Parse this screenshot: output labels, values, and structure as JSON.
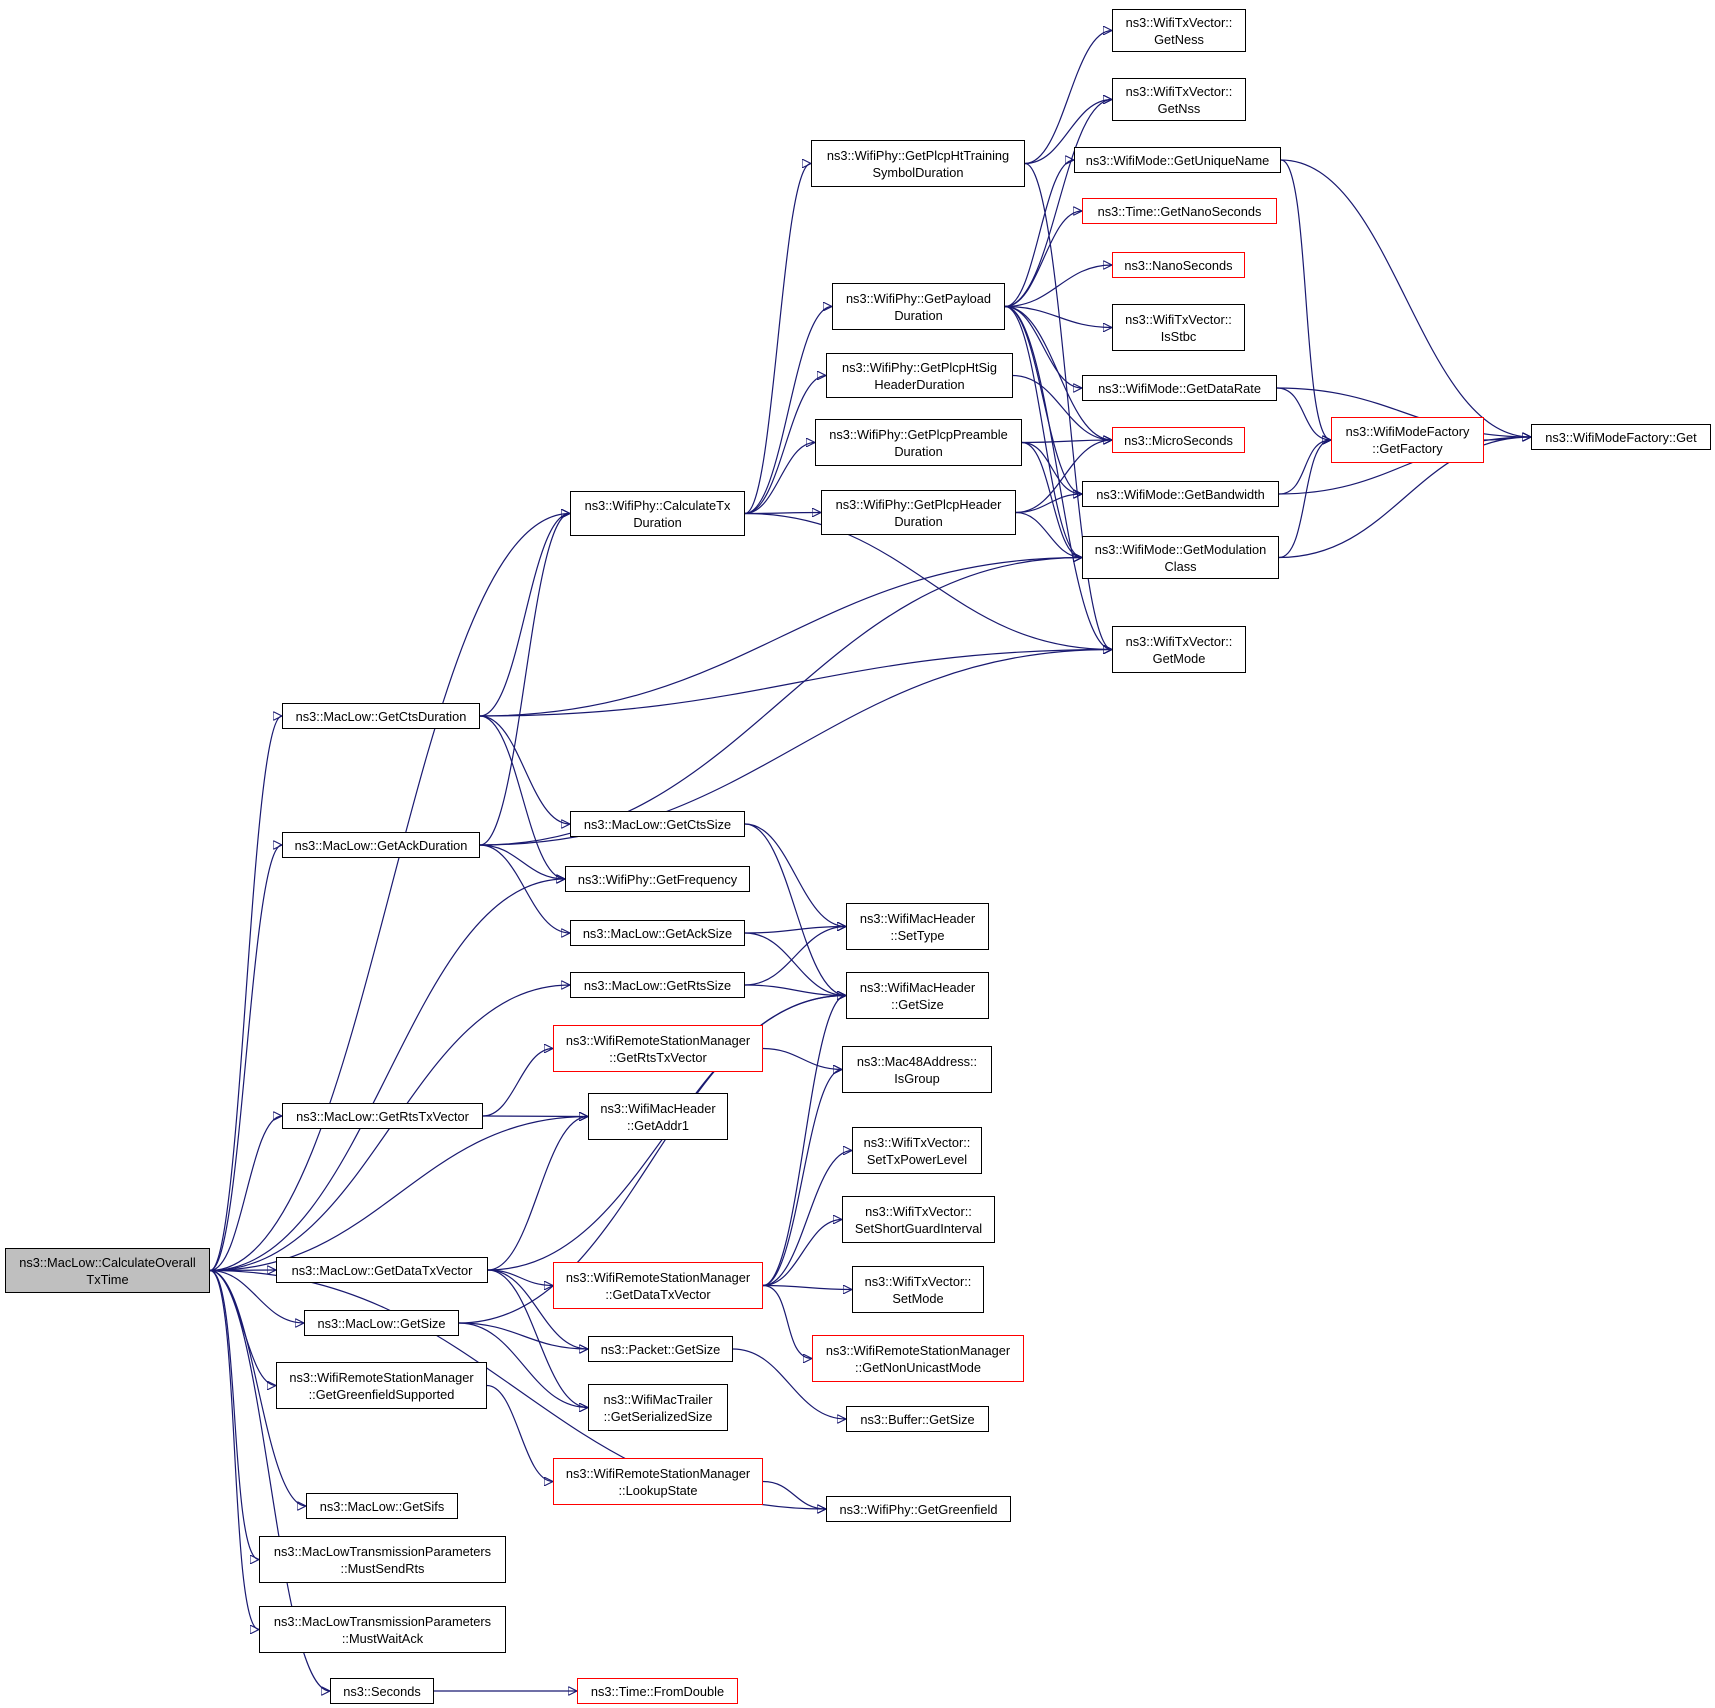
{
  "nodes": [
    {
      "id": "root",
      "lines": [
        "ns3::MacLow::CalculateOverall",
        "TxTime"
      ],
      "style": "root"
    },
    {
      "id": "calcTx",
      "lines": [
        "ns3::WifiPhy::CalculateTx",
        "Duration"
      ]
    },
    {
      "id": "ctsDur",
      "lines": [
        "ns3::MacLow::GetCtsDuration"
      ]
    },
    {
      "id": "ackDur",
      "lines": [
        "ns3::MacLow::GetAckDuration"
      ]
    },
    {
      "id": "getFreq",
      "lines": [
        "ns3::WifiPhy::GetFrequency"
      ]
    },
    {
      "id": "rtsSize",
      "lines": [
        "ns3::MacLow::GetRtsSize"
      ]
    },
    {
      "id": "rtsTxVec",
      "lines": [
        "ns3::MacLow::GetRtsTxVector"
      ]
    },
    {
      "id": "getAddr1",
      "lines": [
        "ns3::WifiMacHeader",
        "::GetAddr1"
      ]
    },
    {
      "id": "dataTxVec",
      "lines": [
        "ns3::MacLow::GetDataTxVector"
      ]
    },
    {
      "id": "getSize",
      "lines": [
        "ns3::MacLow::GetSize"
      ]
    },
    {
      "id": "greenSupp",
      "lines": [
        "ns3::WifiRemoteStationManager",
        "::GetGreenfieldSupported"
      ]
    },
    {
      "id": "sifs",
      "lines": [
        "ns3::MacLow::GetSifs"
      ]
    },
    {
      "id": "mustRts",
      "lines": [
        "ns3::MacLowTransmissionParameters",
        "::MustSendRts"
      ]
    },
    {
      "id": "mustAck",
      "lines": [
        "ns3::MacLowTransmissionParameters",
        "::MustWaitAck"
      ]
    },
    {
      "id": "seconds",
      "lines": [
        "ns3::Seconds"
      ]
    },
    {
      "id": "fromDouble",
      "lines": [
        "ns3::Time::FromDouble"
      ],
      "style": "red"
    },
    {
      "id": "htTrain",
      "lines": [
        "ns3::WifiPhy::GetPlcpHtTraining",
        "SymbolDuration"
      ]
    },
    {
      "id": "payload",
      "lines": [
        "ns3::WifiPhy::GetPayload",
        "Duration"
      ]
    },
    {
      "id": "htSig",
      "lines": [
        "ns3::WifiPhy::GetPlcpHtSig",
        "HeaderDuration"
      ]
    },
    {
      "id": "preamble",
      "lines": [
        "ns3::WifiPhy::GetPlcpPreamble",
        "Duration"
      ]
    },
    {
      "id": "plcpHdr",
      "lines": [
        "ns3::WifiPhy::GetPlcpHeader",
        "Duration"
      ]
    },
    {
      "id": "ctsSize",
      "lines": [
        "ns3::MacLow::GetCtsSize"
      ]
    },
    {
      "id": "ackSize",
      "lines": [
        "ns3::MacLow::GetAckSize"
      ]
    },
    {
      "id": "getRtsTxVecMgr",
      "lines": [
        "ns3::WifiRemoteStationManager",
        "::GetRtsTxVector"
      ],
      "style": "red"
    },
    {
      "id": "getDataTxVecMgr",
      "lines": [
        "ns3::WifiRemoteStationManager",
        "::GetDataTxVector"
      ],
      "style": "red"
    },
    {
      "id": "pktSize",
      "lines": [
        "ns3::Packet::GetSize"
      ]
    },
    {
      "id": "trailer",
      "lines": [
        "ns3::WifiMacTrailer",
        "::GetSerializedSize"
      ]
    },
    {
      "id": "lookup",
      "lines": [
        "ns3::WifiRemoteStationManager",
        "::LookupState"
      ],
      "style": "red"
    },
    {
      "id": "setType",
      "lines": [
        "ns3::WifiMacHeader",
        "::SetType"
      ]
    },
    {
      "id": "hdrSize",
      "lines": [
        "ns3::WifiMacHeader",
        "::GetSize"
      ]
    },
    {
      "id": "isGroup",
      "lines": [
        "ns3::Mac48Address::",
        "IsGroup"
      ]
    },
    {
      "id": "setPower",
      "lines": [
        "ns3::WifiTxVector::",
        "SetTxPowerLevel"
      ]
    },
    {
      "id": "setSgi",
      "lines": [
        "ns3::WifiTxVector::",
        "SetShortGuardInterval"
      ]
    },
    {
      "id": "setMode",
      "lines": [
        "ns3::WifiTxVector::",
        "SetMode"
      ]
    },
    {
      "id": "nonUnicast",
      "lines": [
        "ns3::WifiRemoteStationManager",
        "::GetNonUnicastMode"
      ],
      "style": "red"
    },
    {
      "id": "bufSize",
      "lines": [
        "ns3::Buffer::GetSize"
      ]
    },
    {
      "id": "greenfield",
      "lines": [
        "ns3::WifiPhy::GetGreenfield"
      ]
    },
    {
      "id": "getNess",
      "lines": [
        "ns3::WifiTxVector::",
        "GetNess"
      ]
    },
    {
      "id": "getNss",
      "lines": [
        "ns3::WifiTxVector::",
        "GetNss"
      ]
    },
    {
      "id": "uniqueName",
      "lines": [
        "ns3::WifiMode::GetUniqueName"
      ]
    },
    {
      "id": "nanoGet",
      "lines": [
        "ns3::Time::GetNanoSeconds"
      ],
      "style": "red"
    },
    {
      "id": "nanoSec",
      "lines": [
        "ns3::NanoSeconds"
      ],
      "style": "red"
    },
    {
      "id": "isStbc",
      "lines": [
        "ns3::WifiTxVector::",
        "IsStbc"
      ]
    },
    {
      "id": "dataRate",
      "lines": [
        "ns3::WifiMode::GetDataRate"
      ]
    },
    {
      "id": "microSec",
      "lines": [
        "ns3::MicroSeconds"
      ],
      "style": "red"
    },
    {
      "id": "bandwidth",
      "lines": [
        "ns3::WifiMode::GetBandwidth"
      ]
    },
    {
      "id": "modClass",
      "lines": [
        "ns3::WifiMode::GetModulation",
        "Class"
      ]
    },
    {
      "id": "getMode",
      "lines": [
        "ns3::WifiTxVector::",
        "GetMode"
      ]
    },
    {
      "id": "factory",
      "lines": [
        "ns3::WifiModeFactory",
        "::GetFactory"
      ],
      "style": "red"
    },
    {
      "id": "factoryGet",
      "lines": [
        "ns3::WifiModeFactory::Get"
      ]
    }
  ],
  "edges": [
    [
      "root",
      "calcTx"
    ],
    [
      "root",
      "ctsDur"
    ],
    [
      "root",
      "ackDur"
    ],
    [
      "root",
      "getFreq"
    ],
    [
      "root",
      "rtsSize"
    ],
    [
      "root",
      "rtsTxVec"
    ],
    [
      "root",
      "getAddr1"
    ],
    [
      "root",
      "dataTxVec"
    ],
    [
      "root",
      "getSize"
    ],
    [
      "root",
      "greenSupp"
    ],
    [
      "root",
      "greenfield"
    ],
    [
      "root",
      "sifs"
    ],
    [
      "root",
      "mustRts"
    ],
    [
      "root",
      "mustAck"
    ],
    [
      "root",
      "seconds"
    ],
    [
      "seconds",
      "fromDouble"
    ],
    [
      "calcTx",
      "htTrain"
    ],
    [
      "calcTx",
      "payload"
    ],
    [
      "calcTx",
      "htSig"
    ],
    [
      "calcTx",
      "preamble"
    ],
    [
      "calcTx",
      "plcpHdr"
    ],
    [
      "calcTx",
      "getMode"
    ],
    [
      "ctsDur",
      "calcTx"
    ],
    [
      "ctsDur",
      "modClass"
    ],
    [
      "ctsDur",
      "getMode"
    ],
    [
      "ctsDur",
      "ctsSize"
    ],
    [
      "ctsDur",
      "getFreq"
    ],
    [
      "ackDur",
      "calcTx"
    ],
    [
      "ackDur",
      "modClass"
    ],
    [
      "ackDur",
      "getMode"
    ],
    [
      "ackDur",
      "getFreq"
    ],
    [
      "ackDur",
      "ackSize"
    ],
    [
      "ctsSize",
      "setType"
    ],
    [
      "ctsSize",
      "hdrSize"
    ],
    [
      "ackSize",
      "setType"
    ],
    [
      "ackSize",
      "hdrSize"
    ],
    [
      "rtsSize",
      "setType"
    ],
    [
      "rtsSize",
      "hdrSize"
    ],
    [
      "rtsTxVec",
      "getRtsTxVecMgr"
    ],
    [
      "rtsTxVec",
      "getAddr1"
    ],
    [
      "getRtsTxVecMgr",
      "isGroup"
    ],
    [
      "dataTxVec",
      "getAddr1"
    ],
    [
      "dataTxVec",
      "getDataTxVecMgr"
    ],
    [
      "dataTxVec",
      "hdrSize"
    ],
    [
      "dataTxVec",
      "pktSize"
    ],
    [
      "dataTxVec",
      "trailer"
    ],
    [
      "getSize",
      "pktSize"
    ],
    [
      "getSize",
      "trailer"
    ],
    [
      "getSize",
      "hdrSize"
    ],
    [
      "getDataTxVecMgr",
      "isGroup"
    ],
    [
      "getDataTxVecMgr",
      "setPower"
    ],
    [
      "getDataTxVecMgr",
      "setSgi"
    ],
    [
      "getDataTxVecMgr",
      "setMode"
    ],
    [
      "getDataTxVecMgr",
      "nonUnicast"
    ],
    [
      "getDataTxVecMgr",
      "hdrSize"
    ],
    [
      "pktSize",
      "bufSize"
    ],
    [
      "greenSupp",
      "lookup"
    ],
    [
      "lookup",
      "greenfield"
    ],
    [
      "htTrain",
      "getNess"
    ],
    [
      "htTrain",
      "getNss"
    ],
    [
      "htTrain",
      "getMode"
    ],
    [
      "payload",
      "getNss"
    ],
    [
      "payload",
      "uniqueName"
    ],
    [
      "payload",
      "nanoGet"
    ],
    [
      "payload",
      "nanoSec"
    ],
    [
      "payload",
      "isStbc"
    ],
    [
      "payload",
      "dataRate"
    ],
    [
      "payload",
      "microSec"
    ],
    [
      "payload",
      "bandwidth"
    ],
    [
      "payload",
      "modClass"
    ],
    [
      "payload",
      "getMode"
    ],
    [
      "htSig",
      "microSec"
    ],
    [
      "preamble",
      "microSec"
    ],
    [
      "preamble",
      "bandwidth"
    ],
    [
      "preamble",
      "modClass"
    ],
    [
      "plcpHdr",
      "microSec"
    ],
    [
      "plcpHdr",
      "bandwidth"
    ],
    [
      "plcpHdr",
      "modClass"
    ],
    [
      "uniqueName",
      "factory"
    ],
    [
      "uniqueName",
      "factoryGet"
    ],
    [
      "dataRate",
      "factory"
    ],
    [
      "dataRate",
      "factoryGet"
    ],
    [
      "bandwidth",
      "factory"
    ],
    [
      "bandwidth",
      "factoryGet"
    ],
    [
      "modClass",
      "factory"
    ],
    [
      "modClass",
      "factoryGet"
    ],
    [
      "factory",
      "factoryGet"
    ]
  ]
}
